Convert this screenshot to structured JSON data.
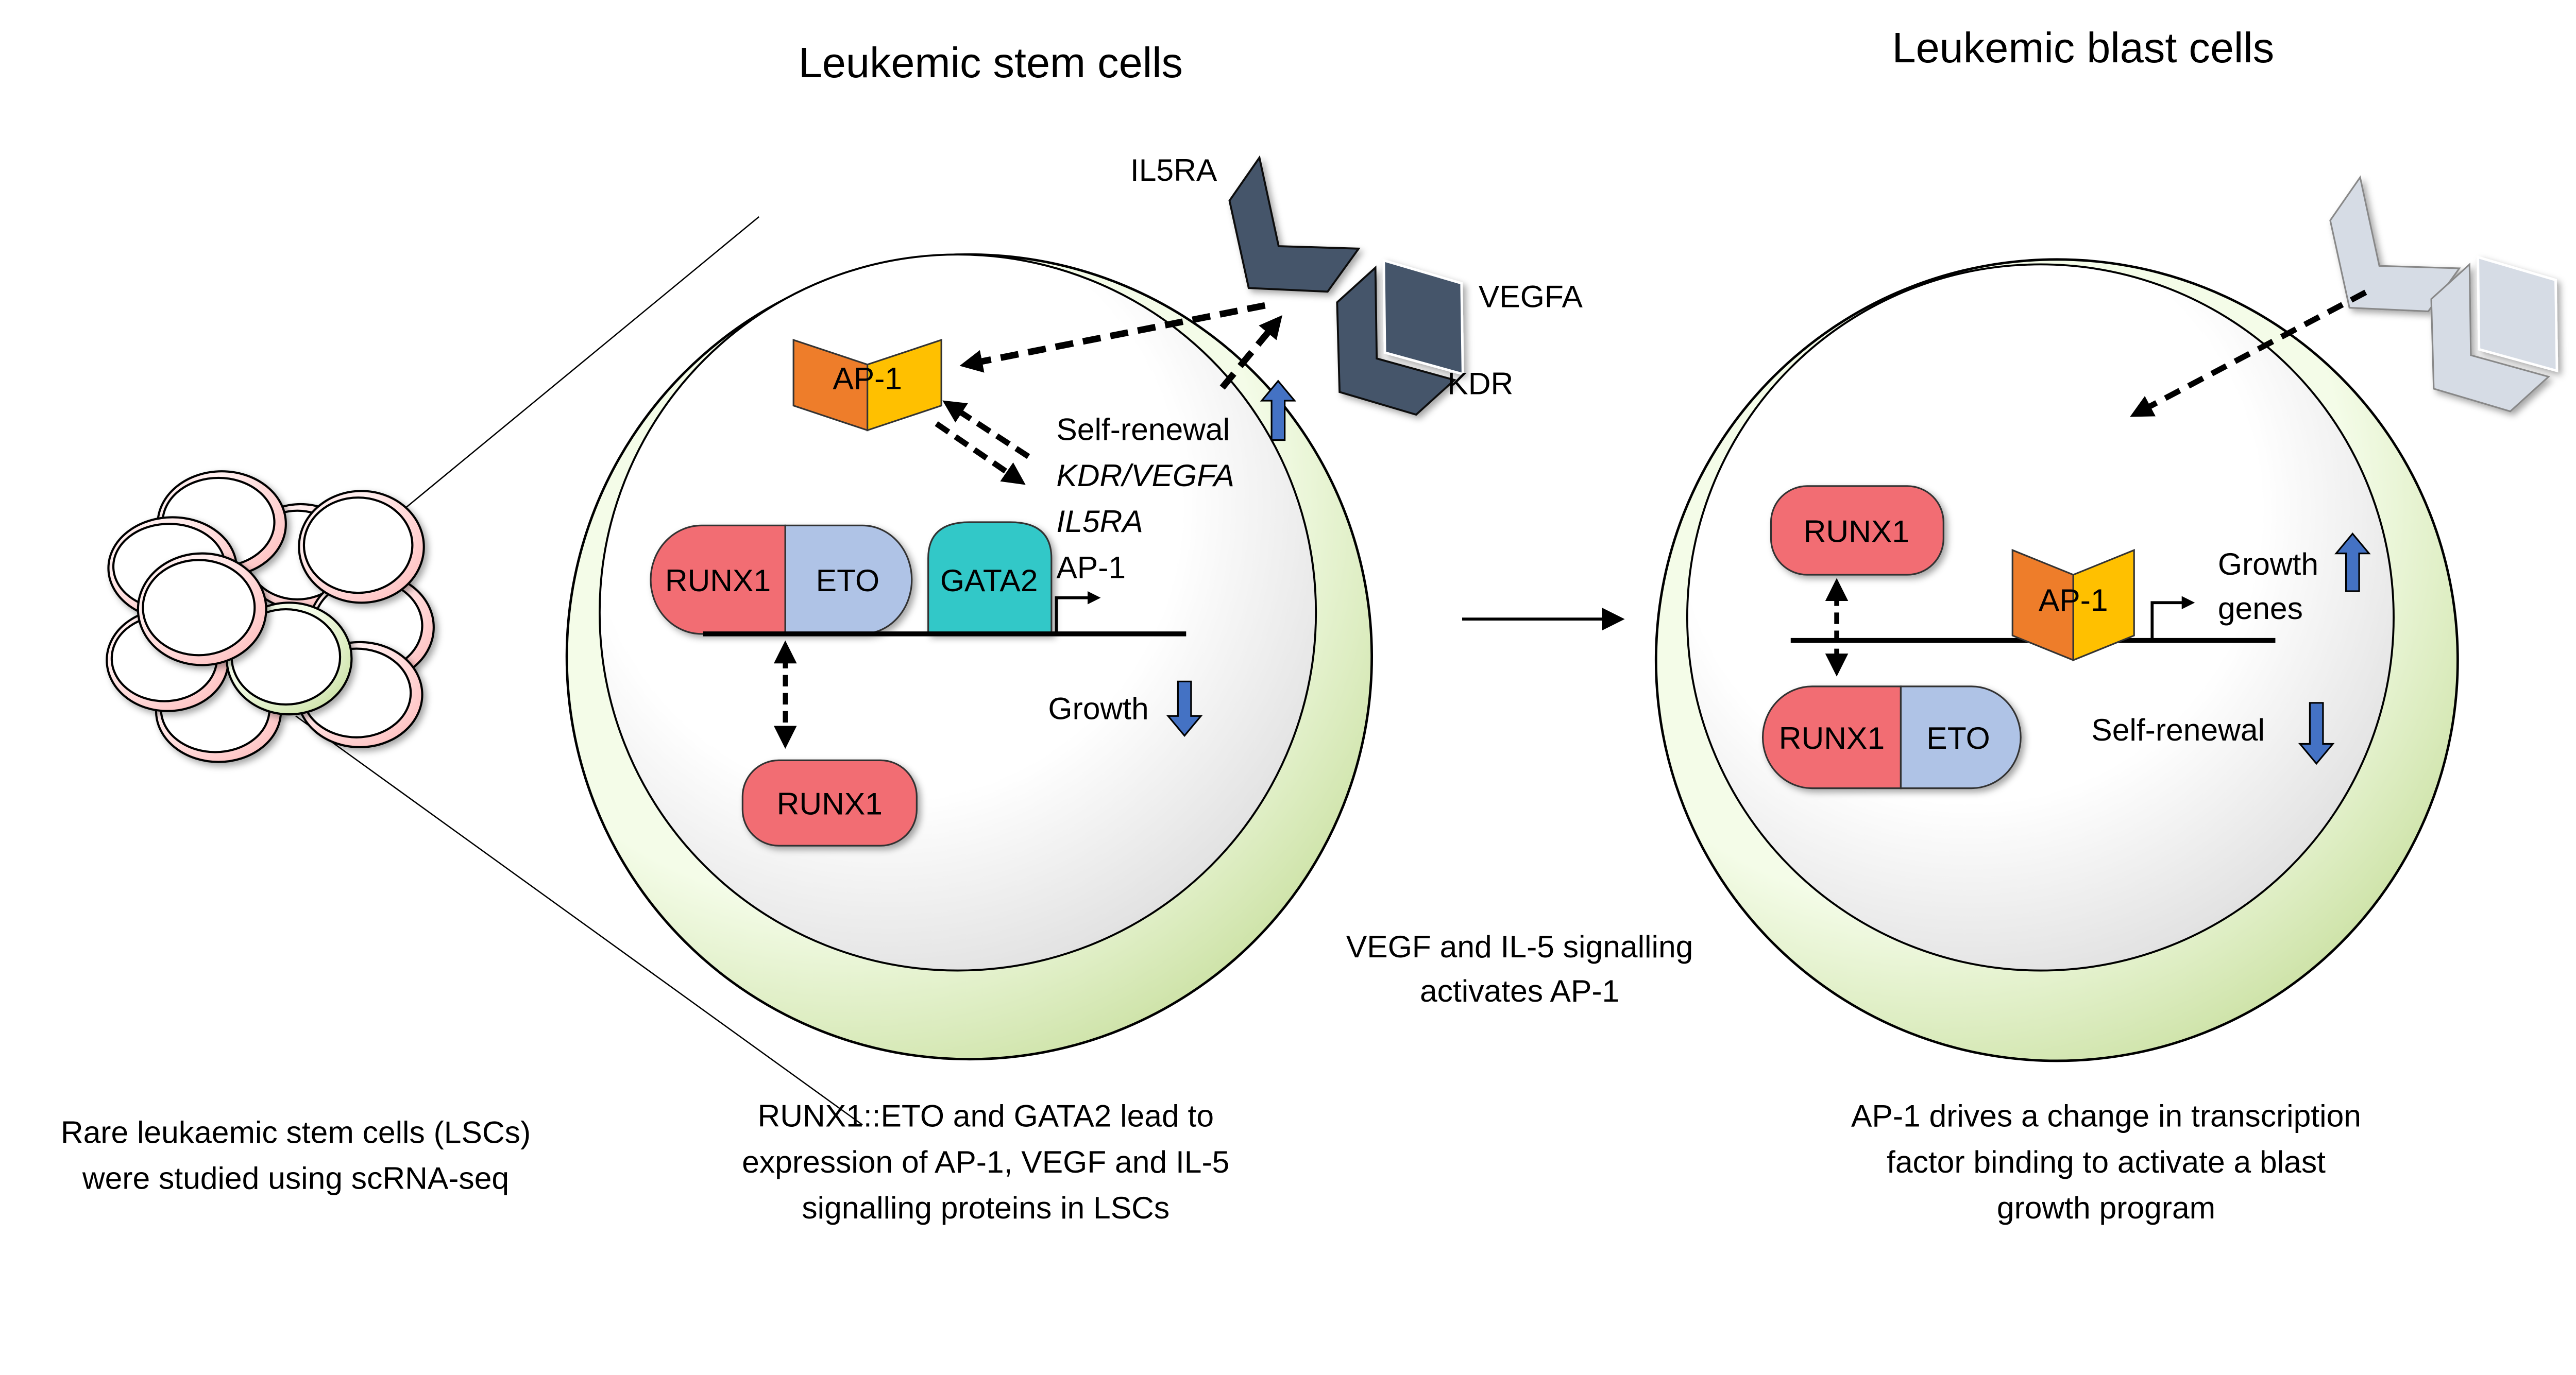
{
  "titles": {
    "stem": "Leukemic stem cells",
    "blast": "Leukemic blast cells"
  },
  "receptors": {
    "il5ra": "IL5RA",
    "vegfa": "VEGFA",
    "kdr": "KDR"
  },
  "stem_cell": {
    "ap1": "AP-1",
    "targets": [
      "Self-renewal",
      "KDR/VEGFA",
      "IL5RA",
      "AP-1"
    ],
    "runx1": "RUNX1",
    "eto": "ETO",
    "gata2": "GATA2",
    "runx1_free": "RUNX1",
    "growth": "Growth"
  },
  "blast_cell": {
    "runx1": "RUNX1",
    "ap1": "AP-1",
    "growth_genes": [
      "Growth",
      "genes"
    ],
    "runx1_eto": "RUNX1",
    "eto": "ETO",
    "self_renewal": "Self-renewal"
  },
  "transition": [
    "VEGF and IL-5 signalling",
    "activates AP-1"
  ],
  "captions": {
    "left": [
      "Rare leukaemic stem cells (LSCs)",
      "were studied using scRNA-seq"
    ],
    "middle": [
      "RUNX1::ETO and GATA2 lead to",
      "expression of AP-1, VEGF and IL-5",
      "signalling proteins in LSCs"
    ],
    "right": [
      "AP-1 drives a change in transcription",
      "factor binding to activate a blast",
      "growth program"
    ]
  },
  "icons": {
    "up": "up-arrow-icon",
    "down": "down-arrow-icon"
  },
  "colors": {
    "runx1": "#F26D73",
    "eto": "#AFC3E6",
    "gata2": "#33C8C8",
    "ap1_left": "#EE7D2A",
    "ap1_right": "#FFC000",
    "arrow_blue": "#4472C4",
    "receptor": "#44546A",
    "receptor_light": "#D6DCE5",
    "cell_ring": "#F3FBE6",
    "cluster_ring": "#FFD0D0"
  }
}
